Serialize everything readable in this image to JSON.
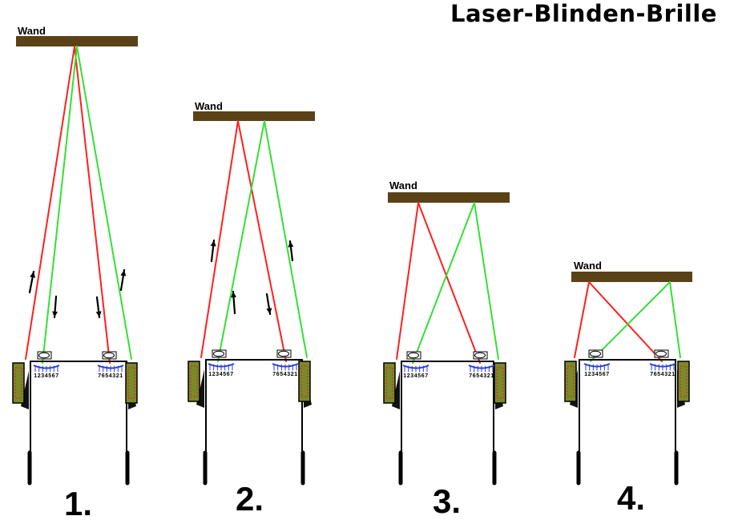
{
  "title": "Laser-Blinden-Brille",
  "wall_label": "Wand",
  "scale_left": "1234567",
  "scale_right": "7654321",
  "step_labels": [
    "1.",
    "2.",
    "3.",
    "4."
  ],
  "colors": {
    "wall": "#5a4216",
    "red_beam": "#ff1f1f",
    "green_beam": "#33e033",
    "laser_module": "#7a8a2a",
    "laser_text": "#d62020",
    "scale": "#2c3fd6",
    "frame": "#000000"
  }
}
